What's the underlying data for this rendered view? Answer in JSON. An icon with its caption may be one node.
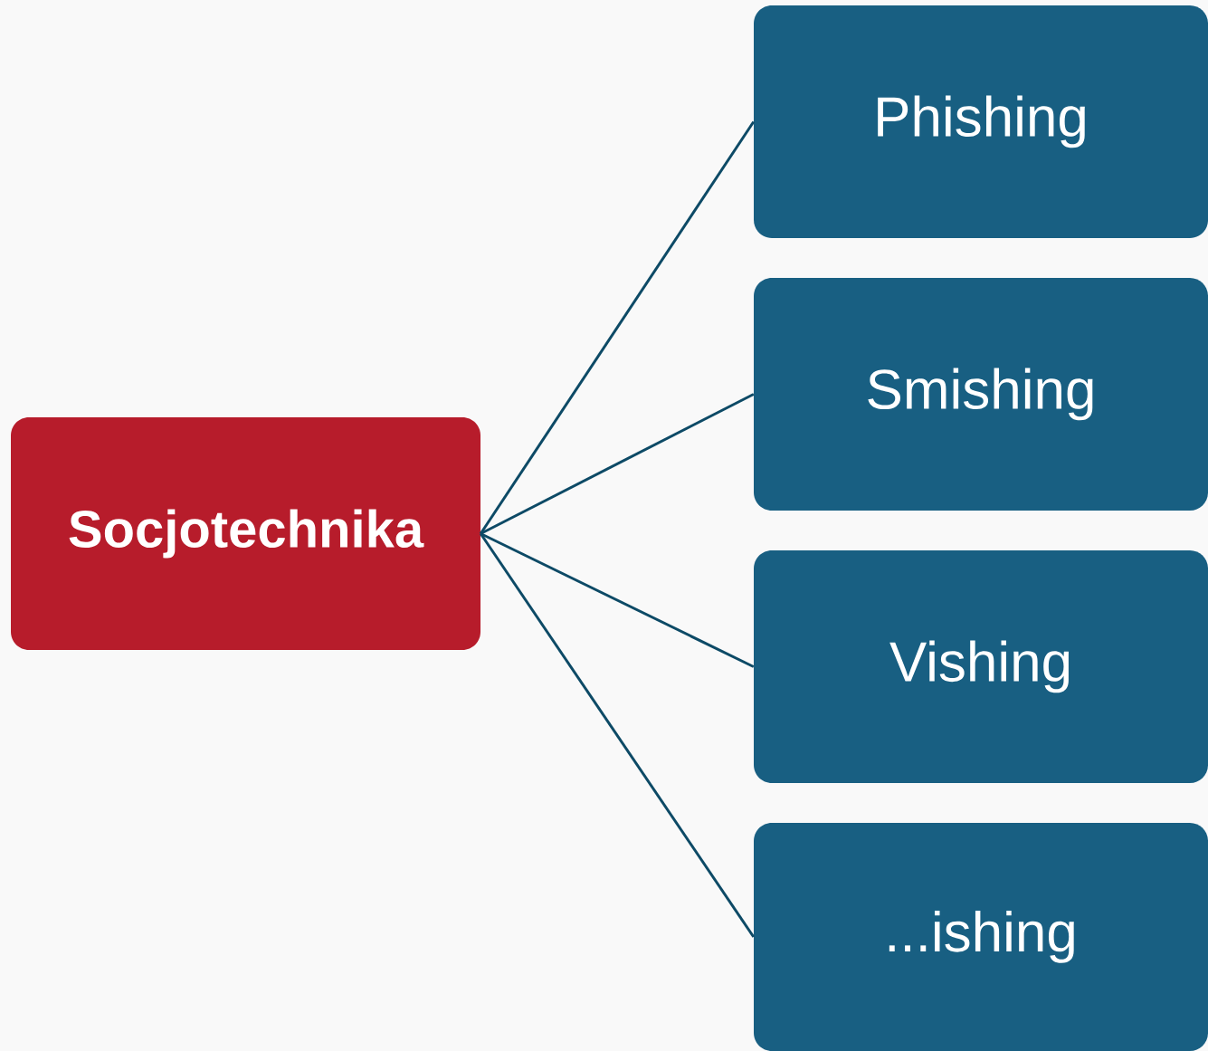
{
  "diagram": {
    "nodes": [
      {
        "text": [
          "Socjotechnika"
        ]
      },
      {
        "text": [
          "Phishing"
        ]
      },
      {
        "text": [
          "Smishing"
        ]
      },
      {
        "text": [
          "Vishing"
        ]
      },
      {
        "text": [
          "...ishing"
        ]
      }
    ],
    "edges": [
      {
        "from": 0,
        "to": 1,
        "arrow": "none"
      },
      {
        "from": 0,
        "to": 2,
        "arrow": "none"
      },
      {
        "from": 0,
        "to": 3,
        "arrow": "none"
      },
      {
        "from": 0,
        "to": 4,
        "arrow": "none"
      }
    ]
  }
}
